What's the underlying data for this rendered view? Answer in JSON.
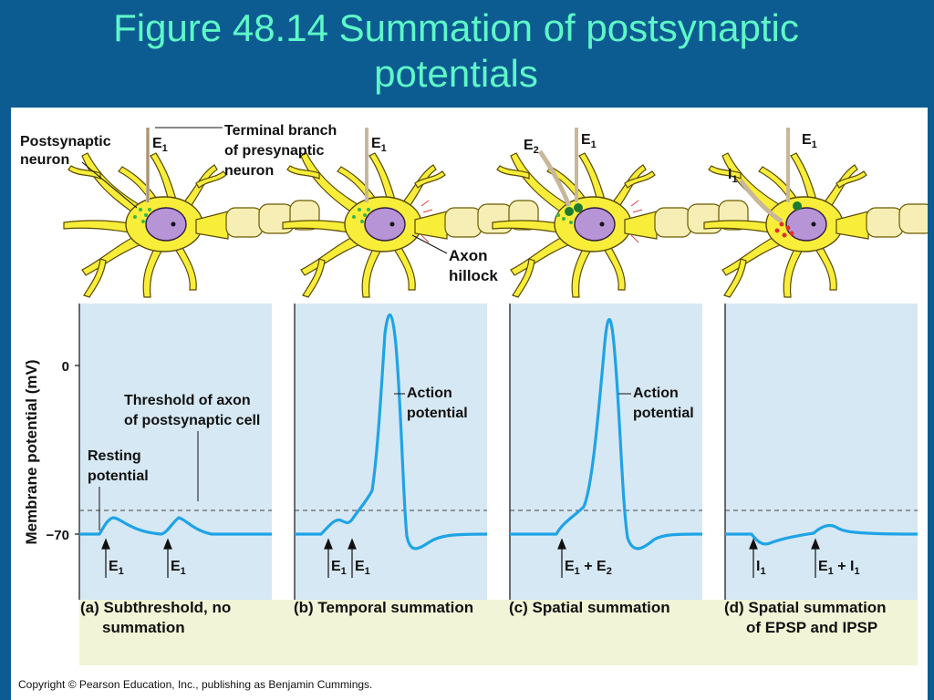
{
  "slide": {
    "title_line1": "Figure 48.14  Summation of postsynaptic",
    "title_line2": "potentials",
    "copyright": "Copyright © Pearson Education, Inc., publishing as Benjamin Cummings."
  },
  "labels": {
    "postsynaptic_neuron": [
      "Postsynaptic",
      "neuron"
    ],
    "terminal_branch": [
      "Terminal branch",
      "of presynaptic",
      "neuron"
    ],
    "axon_hillock": [
      "Axon",
      "hillock"
    ],
    "e1": "E",
    "e1_sub": "1",
    "e2": "E",
    "e2_sub": "2",
    "i1": "I",
    "i1_sub": "1"
  },
  "graph": {
    "y_axis_label": "Membrane potential (mV)",
    "tick_0": "0",
    "tick_neg70": "−70",
    "threshold_label": [
      "Threshold of axon",
      "of postsynaptic cell"
    ],
    "resting_label": [
      "Resting",
      "potential"
    ],
    "action_potential_label": [
      "Action",
      "potential"
    ],
    "stimulus_labels": {
      "a1": [
        "E",
        "1"
      ],
      "a2": [
        "E",
        "1"
      ],
      "b1": [
        "E",
        "1"
      ],
      "b2": [
        "E",
        "1"
      ],
      "c1": [
        "E",
        "1",
        " + E",
        "2"
      ],
      "d1": [
        "I",
        "1"
      ],
      "d2": [
        "E",
        "1",
        " + I",
        "1"
      ]
    }
  },
  "captions": {
    "a": [
      "(a) Subthreshold, no",
      "summation"
    ],
    "b": [
      "(b) Temporal summation"
    ],
    "c": [
      "(c) Spatial summation"
    ],
    "d": [
      "(d) Spatial summation",
      "of EPSP and IPSP"
    ]
  },
  "colors": {
    "background": "#0d5c91",
    "title": "#5ef7c8",
    "panel": "#d6e8f3",
    "trace": "#1fa3e6",
    "neuron_body": "#f8ee3a",
    "nucleus": "#b794d6",
    "axon": "#f6eeb4"
  }
}
